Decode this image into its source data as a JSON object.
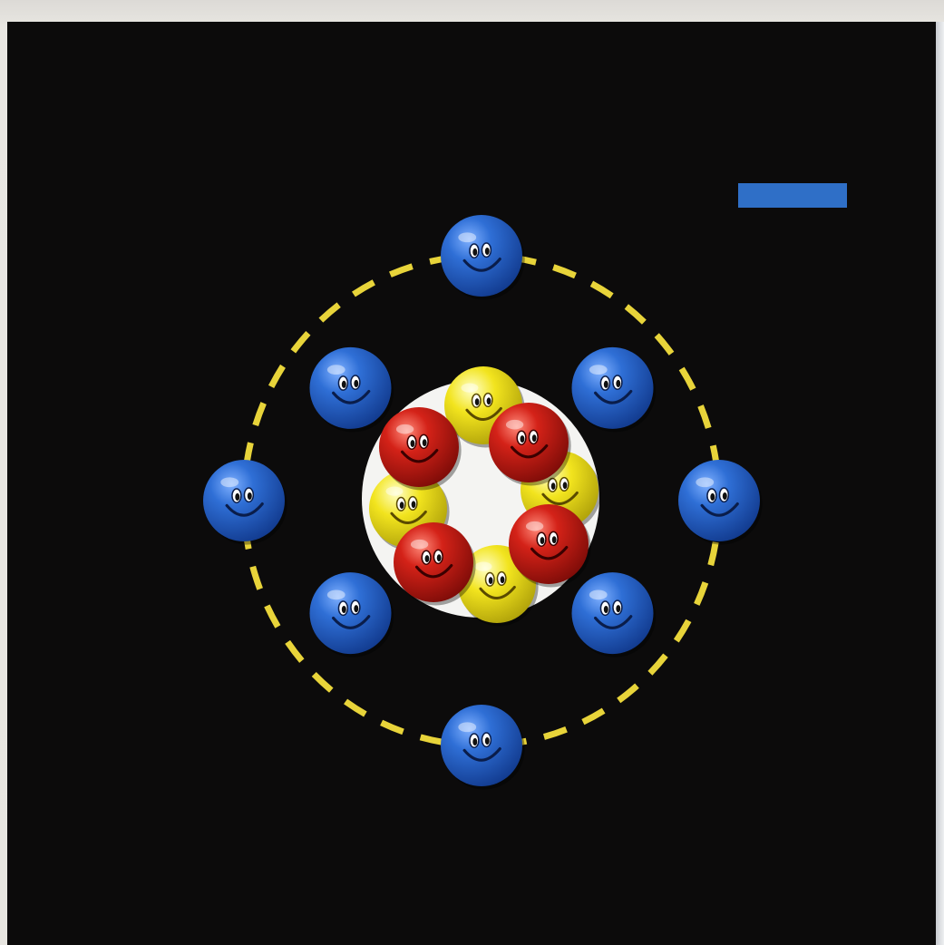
{
  "diagram": {
    "type": "atom-model",
    "legend": {
      "symbol": "minus-sign",
      "color": "#2f6fc7"
    },
    "colors": {
      "background": "#0c0b0b",
      "frame": "#e6e4df",
      "orbit": "#e8d43a",
      "nucleus_disc": "#f4f4f4",
      "electron": "#2a63c6",
      "proton": "#d01e16",
      "neutron": "#f1e21a"
    },
    "electrons": {
      "count": 8,
      "particle": "blue-smiley-electron-icon"
    },
    "nucleus": {
      "protons": 4,
      "neutrons": 4,
      "proton_particle": "red-smiley-proton-icon",
      "neutron_particle": "yellow-smiley-neutron-icon"
    }
  }
}
